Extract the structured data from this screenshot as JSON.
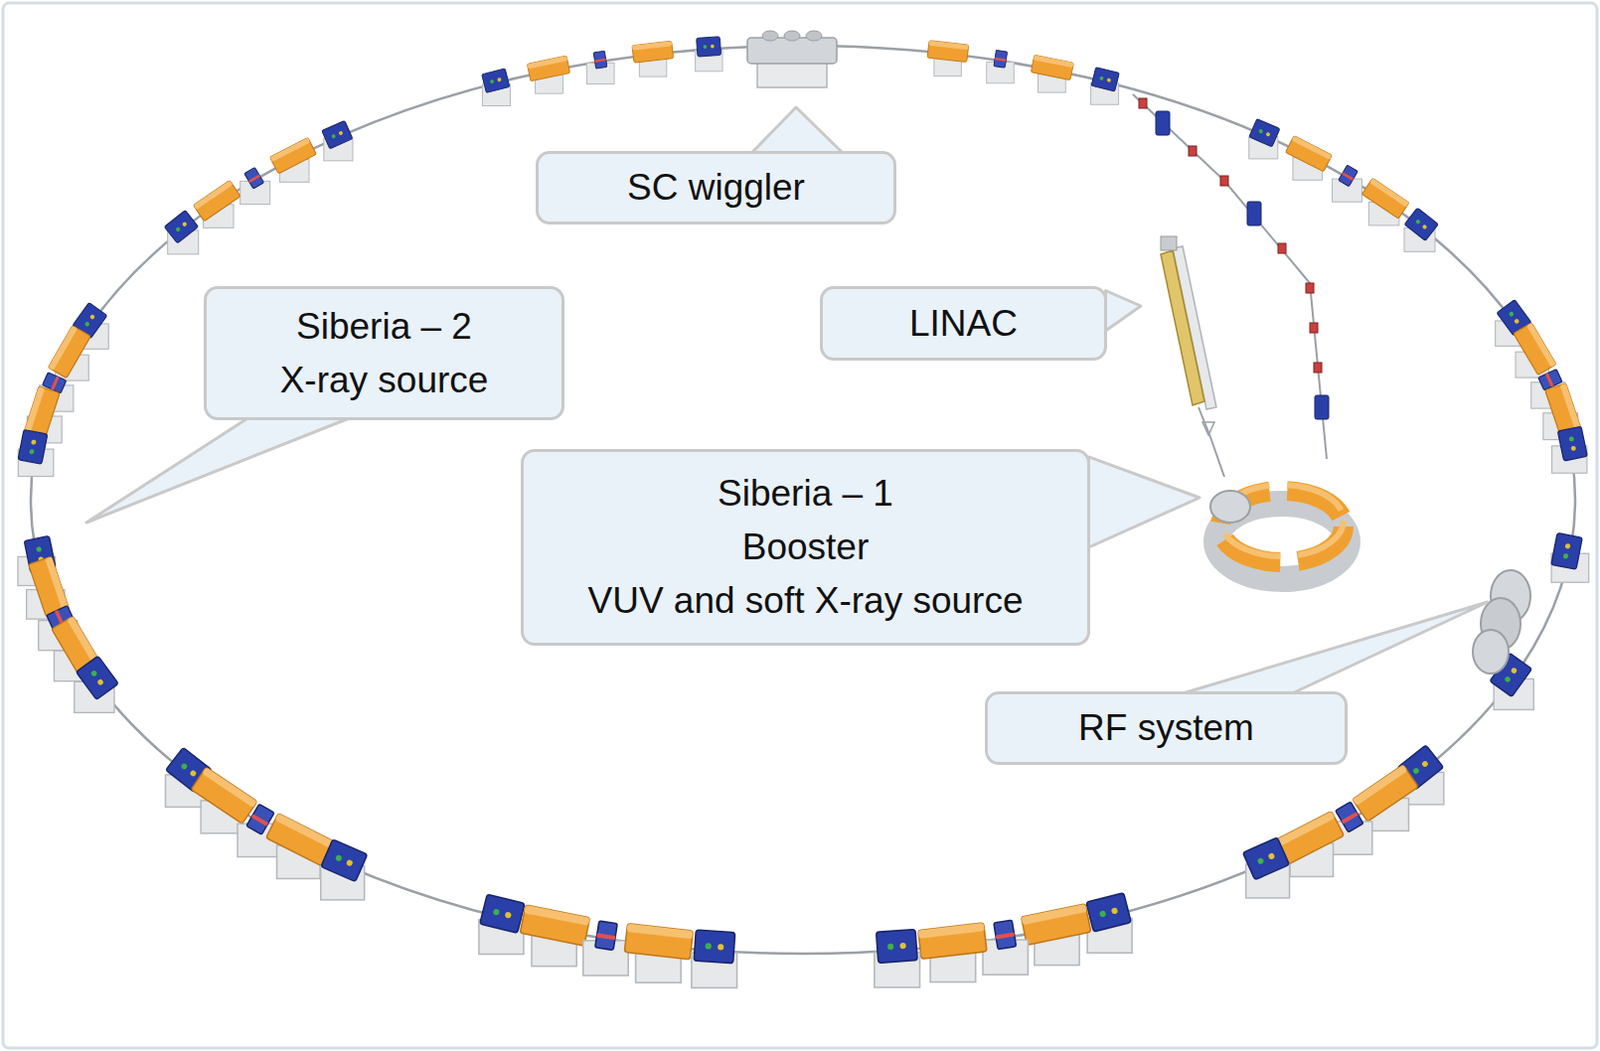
{
  "diagram": {
    "nodes": [
      {
        "text": [
          "SC wiggler"
        ]
      },
      {
        "text": [
          "Siberia – 2",
          "X-ray source"
        ]
      },
      {
        "text": [
          "LINAC"
        ]
      },
      {
        "text": [
          "Siberia – 1",
          "Booster",
          "VUV and soft X-ray source"
        ]
      },
      {
        "text": [
          "RF system"
        ]
      }
    ]
  }
}
